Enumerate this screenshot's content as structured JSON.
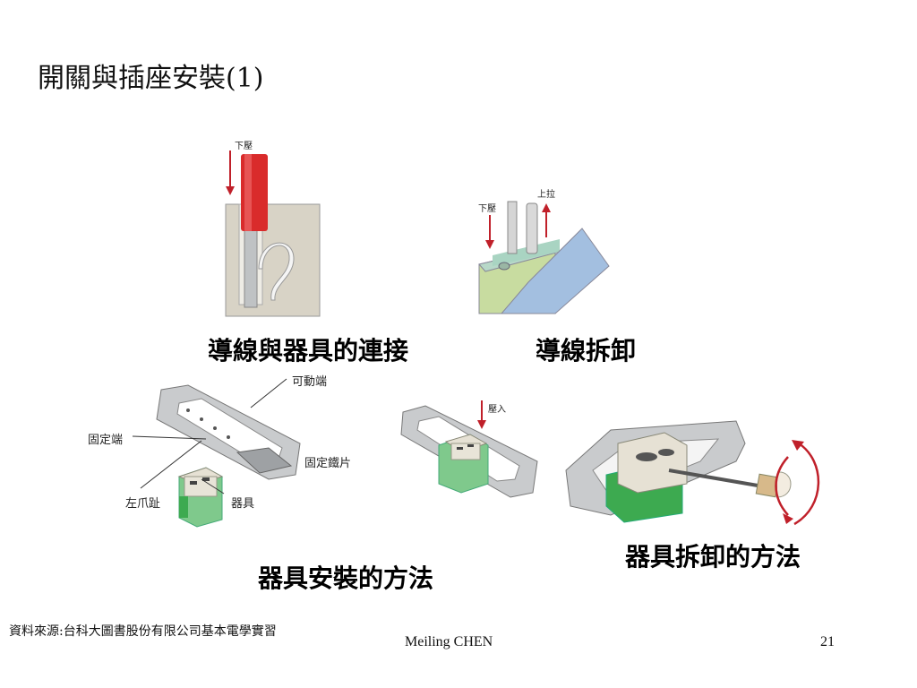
{
  "slide": {
    "title": "開關與插座安裝(1)",
    "captions": {
      "connect": "導線與器具的連接",
      "remove_wire": "導線拆卸",
      "install": "器具安裝的方法",
      "uninstall": "器具拆卸的方法"
    },
    "figure_labels": {
      "press_down_1": "下壓",
      "press_down_2": "下壓",
      "pull_up": "上拉",
      "movable_end": "可動端",
      "fixed_end": "固定端",
      "fixed_plate": "固定鐵片",
      "left_claw": "左爪趾",
      "device": "器具",
      "press_in": "壓入"
    },
    "footer": {
      "source": "資料來源:台科大圖書股份有限公司基本電學實習",
      "author": "Meiling CHEN",
      "page": "21"
    }
  }
}
